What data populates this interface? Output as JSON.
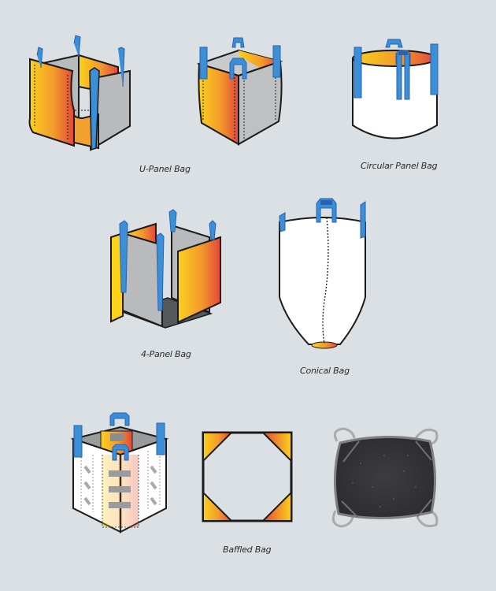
{
  "page": {
    "background": "#dbe0e4"
  },
  "colors": {
    "strap_blue": "#3a8fd6",
    "strap_dark_blue": "#2a62b0",
    "panel_yellow": "#f9c51c",
    "panel_orange": "#e8553a",
    "panel_gray": "#b9babb",
    "base_dark": "#55585b",
    "outline": "#1b1b1b",
    "fabric_white": "#ffffff"
  },
  "figures": [
    {
      "id": "u-panel",
      "label": "U-Panel Bag"
    },
    {
      "id": "four-loop",
      "label": ""
    },
    {
      "id": "circular-panel",
      "label": "Circular Panel Bag"
    },
    {
      "id": "four-panel",
      "label": "4-Panel Bag"
    },
    {
      "id": "conical",
      "label": "Conical Bag"
    },
    {
      "id": "baffled-3d",
      "label": ""
    },
    {
      "id": "baffled-top",
      "label": "Baffled Bag"
    },
    {
      "id": "baffled-photo",
      "label": ""
    }
  ]
}
